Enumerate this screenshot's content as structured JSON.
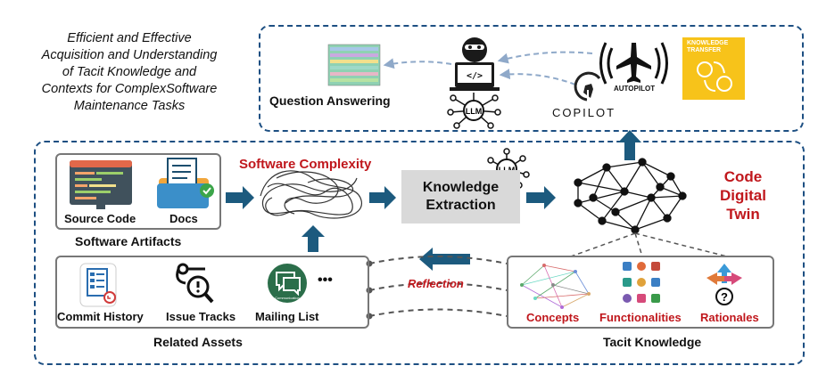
{
  "intro_text": "Efficient and Effective\nAcquisition and Understanding\nof Tacit Knowledge and\nContexts for ComplexSoftware\nMaintenance Tasks",
  "top_panel": {
    "question_answering": "Question Answering",
    "llm_badge": "LLM",
    "copilot": "COPILOT",
    "autopilot": "AUTOPILOT",
    "knowledge_transfer": "KNOWLEDGE\nTRANSFER"
  },
  "software_artifacts": {
    "title": "Software Artifacts",
    "source_code": "Source Code",
    "docs": "Docs"
  },
  "software_complexity": "Software Complexity",
  "knowledge_extraction": "Knowledge\nExtraction",
  "llm_badge_mid": "LLM",
  "code_digital_twin": "Code\nDigital\nTwin",
  "related_assets": {
    "title": "Related Assets",
    "commit_history": "Commit History",
    "issue_tracks": "Issue Tracks",
    "mailing_list": "Mailing List",
    "more": "•••",
    "communication_caption": "Communication"
  },
  "reflection": "Reflection",
  "tacit_knowledge": {
    "title": "Tacit Knowledge",
    "concepts": "Concepts",
    "functionalities": "Functionalities",
    "rationales": "Rationales",
    "question_mark": "?"
  },
  "colors": {
    "dash_blue": "#1d4f82",
    "arrow_blue": "#1c5a7e",
    "red_text": "#c0171c",
    "yellow_tile": "#f7c31a",
    "green_circle": "#2b6e4a",
    "gray_box": "#d9d9d9"
  }
}
